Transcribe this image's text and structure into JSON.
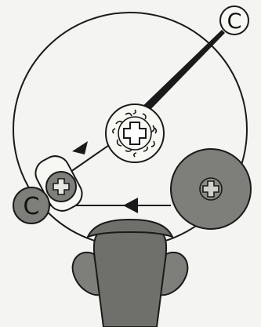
{
  "diagram": {
    "labels": {
      "top_right": "C",
      "left": "C"
    },
    "colors": {
      "background": "#f4f4f2",
      "line": "#1a1a1a",
      "gray": "#7e7e7b",
      "dark_gray": "#5f5f5d",
      "light": "#f7f7f4"
    },
    "icons": {
      "center_marker": "cross-in-speckled-circle",
      "right_marker": "cross-in-gray-disc",
      "left_small_marker": "cross-in-gray-disc",
      "top_right_marker": "letter-c-in-circle",
      "left_marker": "letter-c-in-gray-disc",
      "bottom_shape": "stylized-head-with-ears"
    }
  }
}
